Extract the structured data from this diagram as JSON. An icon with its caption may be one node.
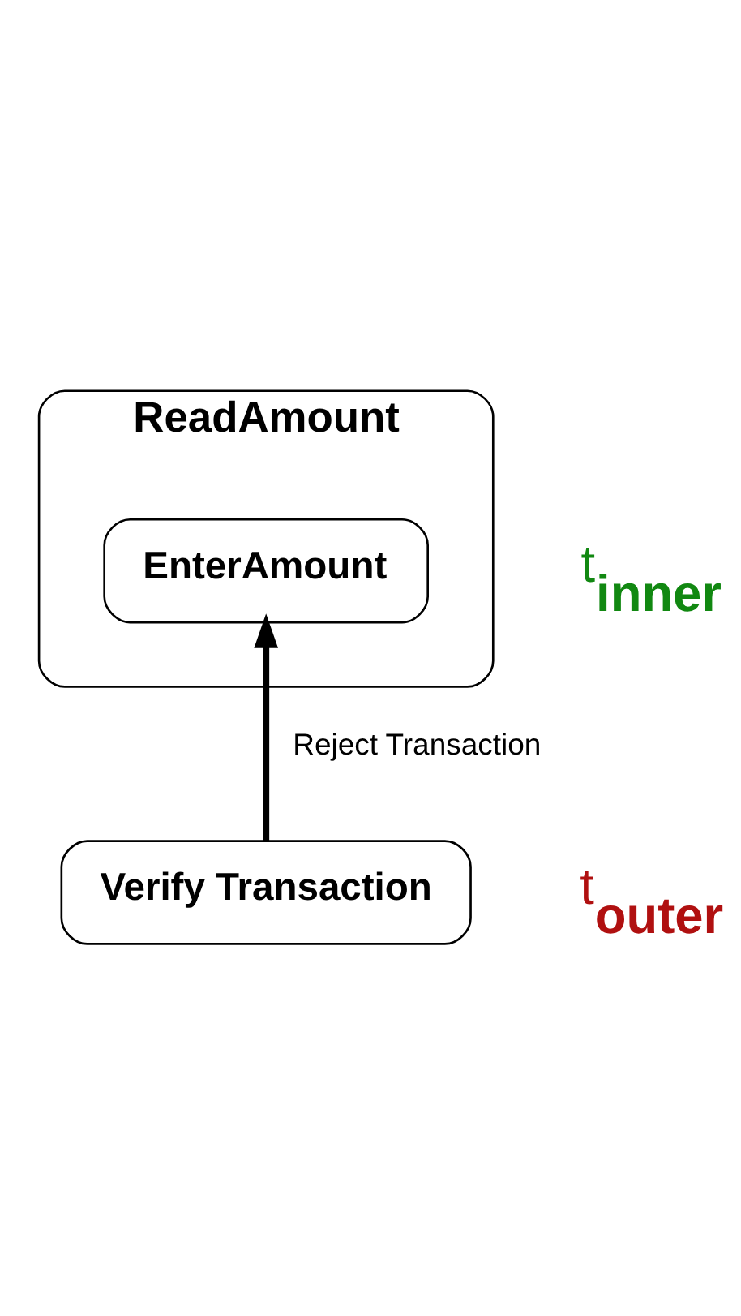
{
  "diagram": {
    "nodes": [
      {
        "text": [
          "ReadAmount"
        ]
      },
      {
        "text": [
          "EnterAmount"
        ],
        "in": 0
      },
      {
        "text": [
          "Verify Transaction"
        ]
      }
    ],
    "edges": [
      {
        "from": 2,
        "to": 1,
        "arrow": "to",
        "label": "Reject Transaction"
      }
    ],
    "labels": [
      "t$_{inner}$",
      "t$_{outer}$"
    ]
  }
}
